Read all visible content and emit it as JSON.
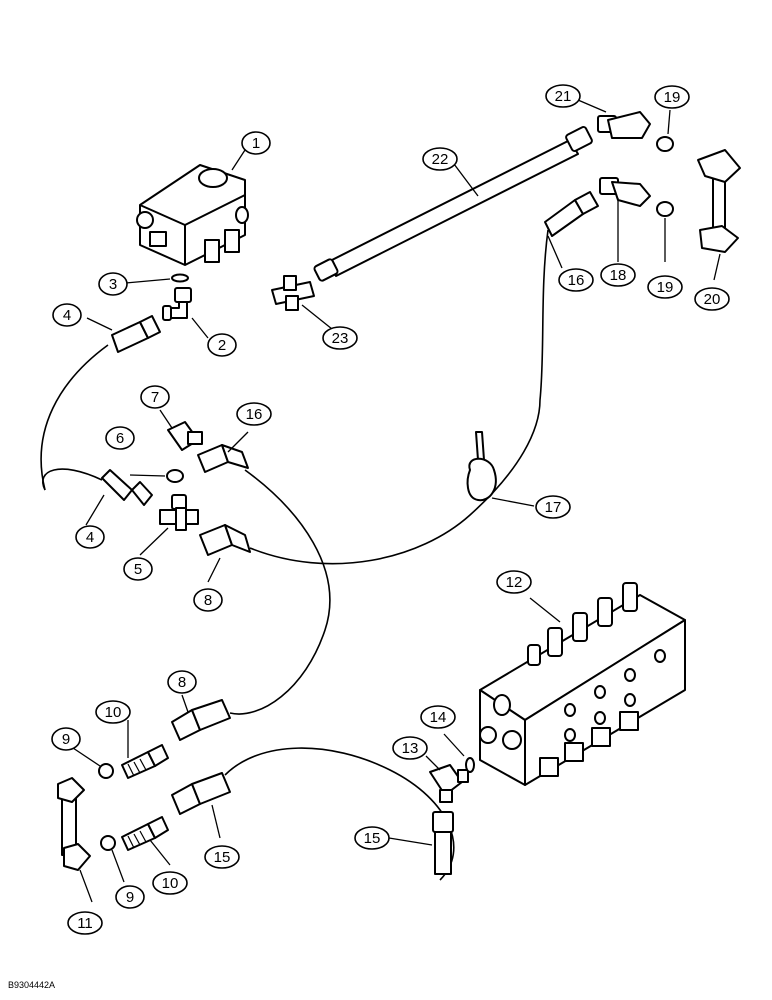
{
  "figure_id": "B9304442A",
  "callouts": {
    "c1": "1",
    "c2": "2",
    "c3": "3",
    "c4a": "4",
    "c4b": "4",
    "c5": "5",
    "c6": "6",
    "c7": "7",
    "c8a": "8",
    "c8b": "8",
    "c9a": "9",
    "c9b": "9",
    "c10a": "10",
    "c10b": "10",
    "c11": "11",
    "c12": "12",
    "c13": "13",
    "c14": "14",
    "c15a": "15",
    "c15b": "15",
    "c16a": "16",
    "c16b": "16",
    "c17": "17",
    "c18": "18",
    "c19a": "19",
    "c19b": "19",
    "c20": "20",
    "c21": "21",
    "c22": "22",
    "c23": "23"
  }
}
